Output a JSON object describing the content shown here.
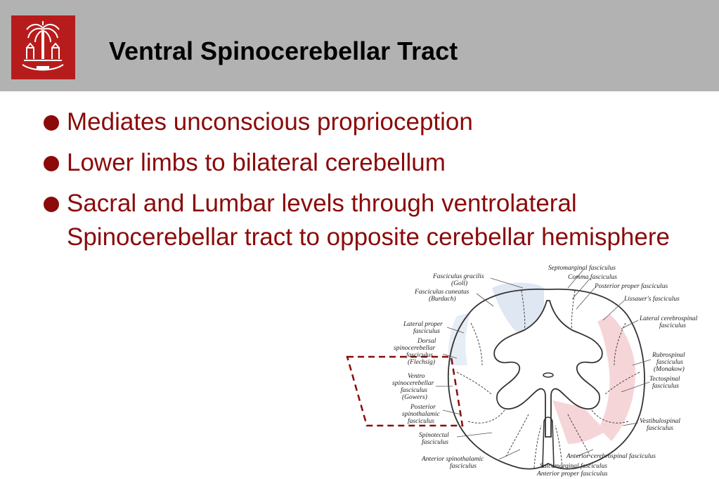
{
  "slide": {
    "title": "Ventral Spinocerebellar Tract",
    "bullets": [
      "Mediates unconscious proprioception",
      "Lower limbs to bilateral cerebellum",
      "Sacral and Lumbar levels through ventrolateral Spinocerebellar tract to opposite cerebellar hemisphere"
    ]
  },
  "figure": {
    "labels_left": [
      "Fasciculus gracilis",
      "(Goll)",
      "Fasciculus cuneatus",
      "(Burdach)",
      "Lateral proper",
      "fasciculus",
      "Dorsal",
      "spinocerebellar",
      "fasciculus",
      "(Flechsig)",
      "Ventro",
      "spinocerebellar",
      "fasciculus",
      "(Gowers)",
      "Posterior",
      "spinothalamic",
      "fasciculus",
      "Spinotectal",
      "fasciculus",
      "Anterior spinothalamic",
      "fasciculus"
    ],
    "labels_right": [
      "Septomarginal fasciculus",
      "Comma fasciculus",
      "Posterior proper fasciculus",
      "Lissauer's fasciculus",
      "Lateral cerebrospinal",
      "fasciculus",
      "Rubrospinal",
      "fasciculus",
      "(Monakow)",
      "Tectospinal",
      "fasciculus",
      "Vestibulospinal",
      "fasciculus",
      "Anterior cerebrospinal fasciculus",
      "Sulcomarginal fasciculus",
      "Anterior proper fasciculus"
    ],
    "colors": {
      "highlight_box": "#8b0a0a",
      "dorsal_column_tint": "#dfe7f3",
      "lateral_tract_tint": "#f6d5d8"
    }
  }
}
